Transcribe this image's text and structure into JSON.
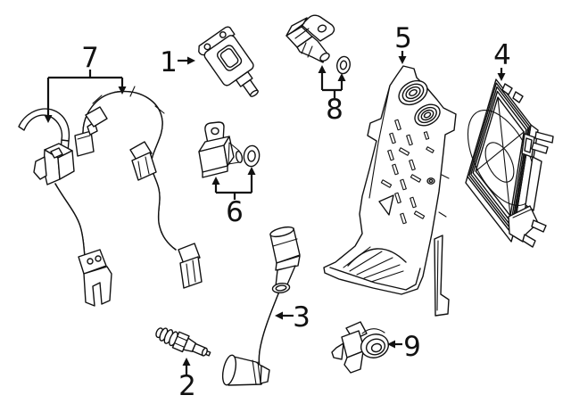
{
  "diagram": {
    "description": "Exploded parts line drawing with numbered callouts",
    "colors": {
      "background": "#ffffff",
      "line": "#111111"
    },
    "callouts": [
      {
        "label": "1",
        "part": "ignition-coil"
      },
      {
        "label": "2",
        "part": "spark-plug"
      },
      {
        "label": "3",
        "part": "spark-plug-wire"
      },
      {
        "label": "4",
        "part": "control-module"
      },
      {
        "label": "5",
        "part": "module-bracket"
      },
      {
        "label": "6",
        "part": "camshaft-position-sensor-with-seal"
      },
      {
        "label": "7",
        "part": "harness-and-brackets"
      },
      {
        "label": "8",
        "part": "crankshaft-position-sensor-with-seal"
      },
      {
        "label": "9",
        "part": "knock-sensor"
      }
    ]
  }
}
